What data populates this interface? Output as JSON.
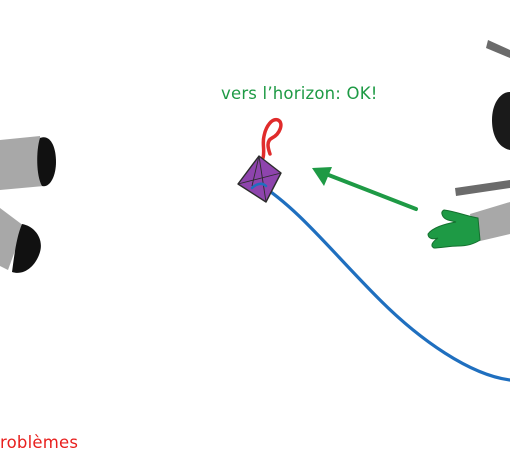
{
  "captions": {
    "top": "vers l’horizon: OK!",
    "bottom_left": "roblèmes"
  },
  "colors": {
    "top_caption": "#1e9a45",
    "bottom_caption": "#e8201e",
    "string": "#1f6fbf",
    "kite_fill": "#8e44ad",
    "hand": "#1e9a45",
    "arrow": "#1e9a45",
    "tail": "#e02b2b",
    "limb_gray": "#a8a8a8",
    "shoe_black": "#111111",
    "dark_gray": "#555555"
  },
  "scene": {
    "objects": [
      "kite",
      "kite-tail",
      "kite-string",
      "hand",
      "arrow",
      "legs",
      "head",
      "arms"
    ]
  }
}
